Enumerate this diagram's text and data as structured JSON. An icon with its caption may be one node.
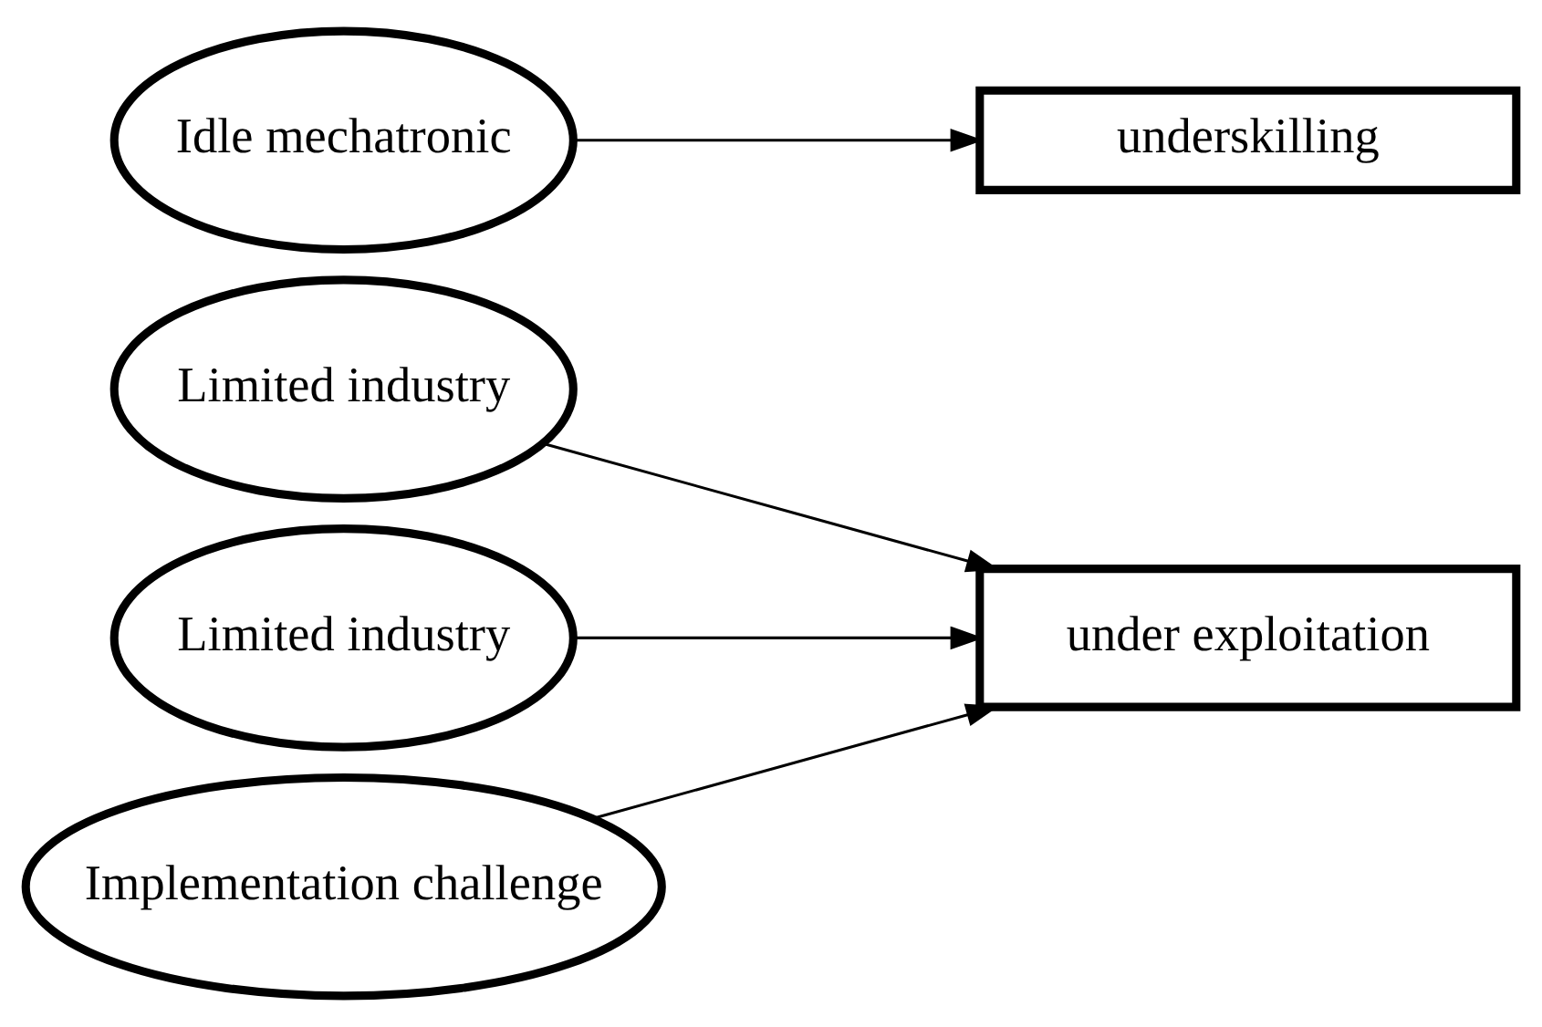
{
  "diagram": {
    "nodes": [
      {
        "text": [
          "Limited industry"
        ]
      },
      {
        "text": [
          "Limited industry"
        ]
      },
      {
        "text": [
          "Idle mechatronic"
        ]
      },
      {
        "text": [
          "Implementation challenge"
        ]
      },
      {
        "text": [
          "under exploitation"
        ]
      },
      {
        "text": [
          "underskilling"
        ]
      }
    ],
    "edges": [
      {
        "from": 0,
        "to": 4,
        "arrow": "to"
      },
      {
        "from": 1,
        "to": 4,
        "arrow": "to"
      },
      {
        "from": 2,
        "to": 5,
        "arrow": "to"
      },
      {
        "from": 3,
        "to": 4,
        "arrow": "to"
      }
    ]
  }
}
